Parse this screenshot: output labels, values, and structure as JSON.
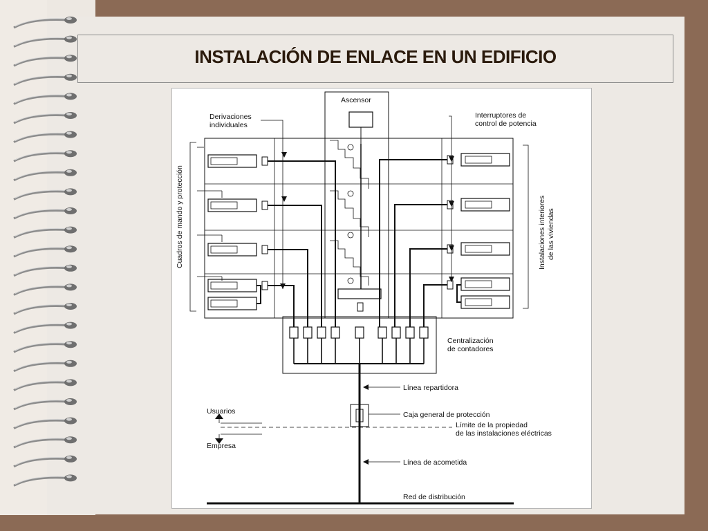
{
  "slide": {
    "title": "INSTALACIÓN DE ENLACE EN UN EDIFICIO"
  },
  "diagram": {
    "labels": {
      "ascensor": "Ascensor",
      "derivaciones_1": "Derivaciones",
      "derivaciones_2": "individuales",
      "interruptores_1": "Interruptores de",
      "interruptores_2": "control de potencia",
      "cuadros": "Cuadros de mando y protección",
      "instalaciones_1": "Instalaciones interiores",
      "instalaciones_2": "de las viviendas",
      "centralizacion_1": "Centralización",
      "centralizacion_2": "de contadores",
      "linea_repartidora": "Línea repartidora",
      "caja_general": "Caja general de protección",
      "limite_1": "Límite de la propiedad",
      "limite_2": "de las instalaciones eléctricas",
      "usuarios": "Usuarios",
      "empresa": "Empresa",
      "linea_acometida": "Línea de acometida",
      "red_distribucion": "Red de distribución"
    }
  },
  "colors": {
    "background": "#8b6a55",
    "page": "#ede9e4",
    "title_text": "#2a1a0c",
    "line": "#111111"
  }
}
